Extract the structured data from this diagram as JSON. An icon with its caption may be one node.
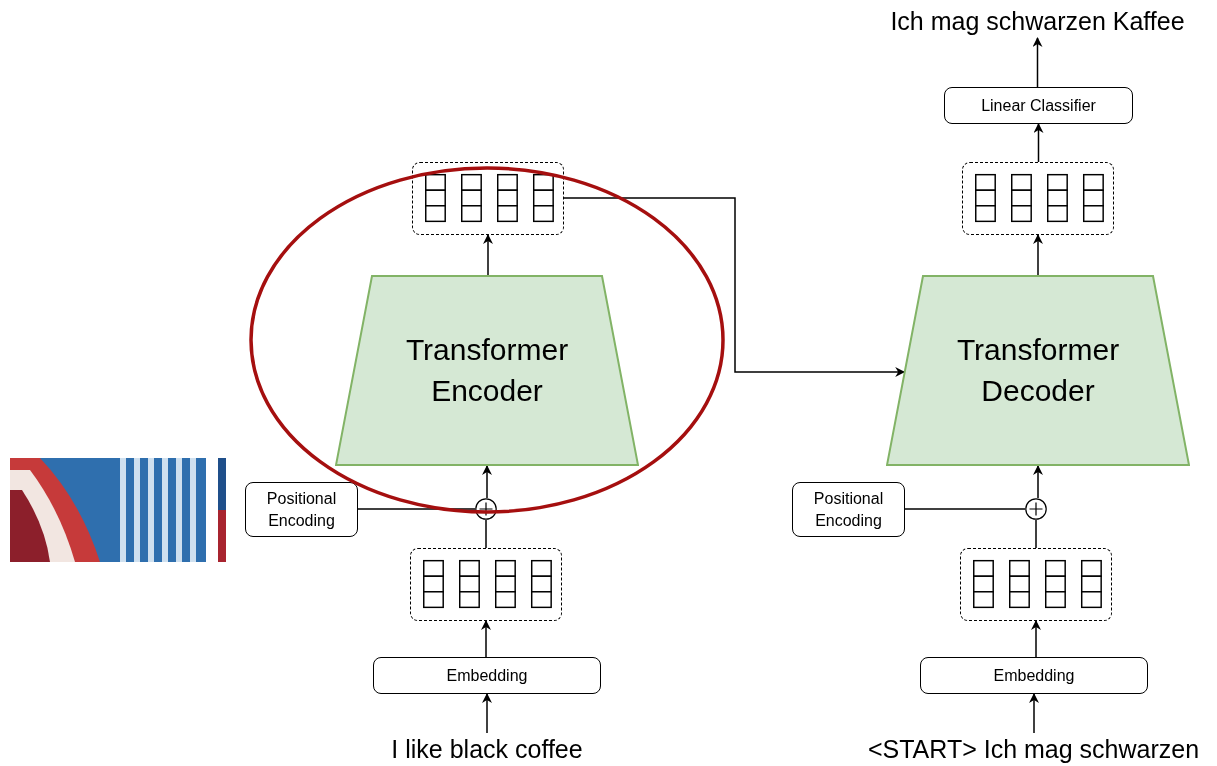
{
  "diagram": {
    "nodes": [
      {
        "text": [
          "Ich mag schwarzen Kaffee"
        ]
      },
      {
        "text": [
          "Linear Classifier"
        ]
      },
      {
        "text": [],
        "shape": "box"
      },
      {
        "text": [],
        "shape": "box"
      },
      {
        "text": [
          "Transformer Encoder"
        ]
      },
      {
        "text": [
          "Transformer Decoder"
        ]
      },
      {
        "text": [
          "Positional Encoding"
        ]
      },
      {
        "text": [],
        "shape": "circle"
      },
      {
        "text": [
          "Positional Encoding"
        ]
      },
      {
        "text": [],
        "shape": "circle"
      },
      {
        "text": [],
        "shape": "box"
      },
      {
        "text": [],
        "shape": "box"
      },
      {
        "text": [
          "Embedding"
        ]
      },
      {
        "text": [
          "Embedding"
        ]
      },
      {
        "text": [
          "I like black coffee"
        ]
      },
      {
        "text": [
          "<START> Ich mag schwarzen"
        ]
      }
    ],
    "edges": [
      {
        "from": 14,
        "to": 12,
        "arrow": "to"
      },
      {
        "from": 12,
        "to": 10,
        "arrow": "to"
      },
      {
        "from": 10,
        "to": 7,
        "arrow": "none"
      },
      {
        "from": 6,
        "to": 7,
        "arrow": "none"
      },
      {
        "from": 7,
        "to": 4,
        "arrow": "to"
      },
      {
        "from": 4,
        "to": 3,
        "arrow": "to"
      },
      {
        "from": 3,
        "to": 5,
        "arrow": "to"
      },
      {
        "from": 15,
        "to": 13,
        "arrow": "to"
      },
      {
        "from": 13,
        "to": 11,
        "arrow": "to"
      },
      {
        "from": 11,
        "to": 9,
        "arrow": "none"
      },
      {
        "from": 8,
        "to": 9,
        "arrow": "none"
      },
      {
        "from": 9,
        "to": 5,
        "arrow": "to"
      },
      {
        "from": 5,
        "to": 2,
        "arrow": "to"
      },
      {
        "from": 2,
        "to": 1,
        "arrow": "to"
      },
      {
        "from": 1,
        "to": 0,
        "arrow": "to"
      }
    ]
  }
}
